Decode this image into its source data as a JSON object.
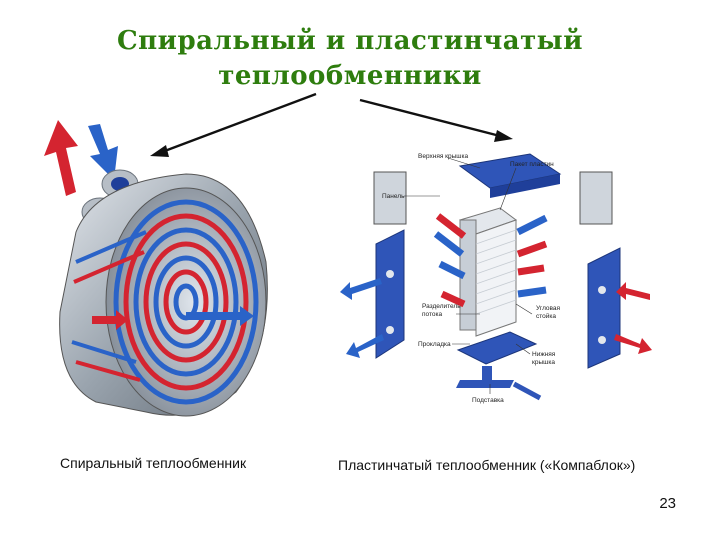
{
  "slide": {
    "title_line1": "Спиральный и пластинчатый",
    "title_line2": "теплообменники",
    "page_number": "23"
  },
  "captions": {
    "spiral": "Спиральный теплообменник",
    "plate": "Пластинчатый теплообменник («Компаблок»)"
  },
  "plate_labels": {
    "top_cover": "Верхняя крышка",
    "plate_pack": "Пакет пластин",
    "panel": "Панель",
    "flow_divider_1": "Разделитель",
    "flow_divider_2": "потока",
    "corner_post_1": "Угловая",
    "corner_post_2": "стойка",
    "gasket": "Прокладка",
    "bottom_cover_1": "Нижняя",
    "bottom_cover_2": "крышка",
    "support": "Подставка"
  },
  "colors": {
    "title": "#2e7d0e",
    "hot_flow": "#d42430",
    "cold_flow": "#2a63c8",
    "steel": "#aab3bd",
    "frame_blue": "#2f55b8"
  },
  "icons": {
    "pointer_left": "arrow-down-left-icon",
    "pointer_right": "arrow-down-right-icon",
    "hot_out": "red-arrow-icon",
    "cold_in": "blue-arrow-icon"
  }
}
